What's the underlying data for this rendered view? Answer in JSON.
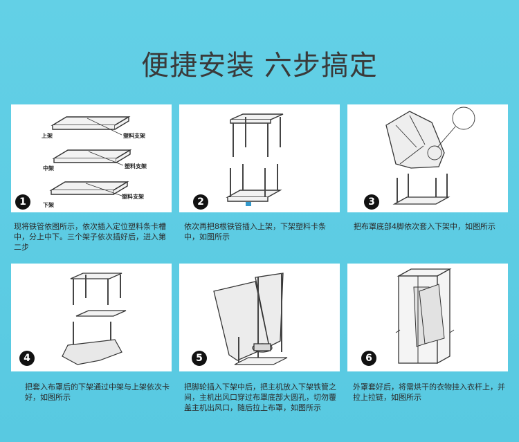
{
  "title": "便捷安装 六步搞定",
  "steps": [
    {
      "number": "1",
      "labels": {
        "upper": "上架",
        "middle": "中架",
        "lower": "下架",
        "bracket": "塑料支架"
      },
      "caption": "现将铁管依图所示，依次插入定位塑料条卡槽中，分上中下。三个架子依次插好后，进入第二步"
    },
    {
      "number": "2",
      "caption": "依次再把8根铁管插入上架，下架塑料卡条中，如图所示"
    },
    {
      "number": "3",
      "caption": "把布罩底部4脚依次套入下架中，如图所示"
    },
    {
      "number": "4",
      "caption": "把套入布罩后的下架通过中架与上架依次卡好，如图所示"
    },
    {
      "number": "5",
      "caption": "把脚轮插入下架中后，把主机放入下架铁管之间，主机出风口穿过布罩底部大圆孔，切勿覆盖主机出风口，随后拉上布罩，如图所示"
    },
    {
      "number": "6",
      "caption": "外罩套好后，将需烘干的衣物挂入衣杆上，并拉上拉链，如图所示"
    }
  ]
}
